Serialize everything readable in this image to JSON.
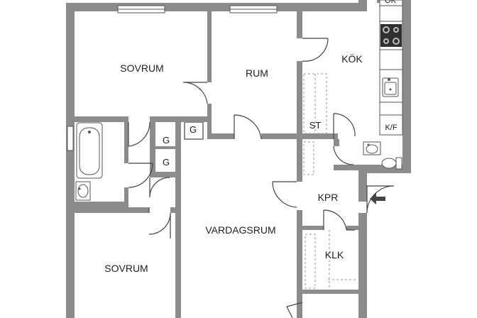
{
  "plan": {
    "rooms": {
      "sovrum_top": "SOVRUM",
      "rum": "RUM",
      "kok": "KÖK",
      "st": "ST",
      "kf": "K/F",
      "g1": "G",
      "g2": "G",
      "g3": "G",
      "vardagsrum": "VARDAGSRUM",
      "kpr": "KPR",
      "klk": "KLK",
      "sovrum_bottom": "SOVRUM",
      "ok_partial": "OK"
    }
  },
  "colors": {
    "wall": "#8c8c8c",
    "line": "#555555",
    "dash": "#9a9a9a",
    "stove": "#2f2f2f",
    "fixture": "#bdbdbd"
  }
}
